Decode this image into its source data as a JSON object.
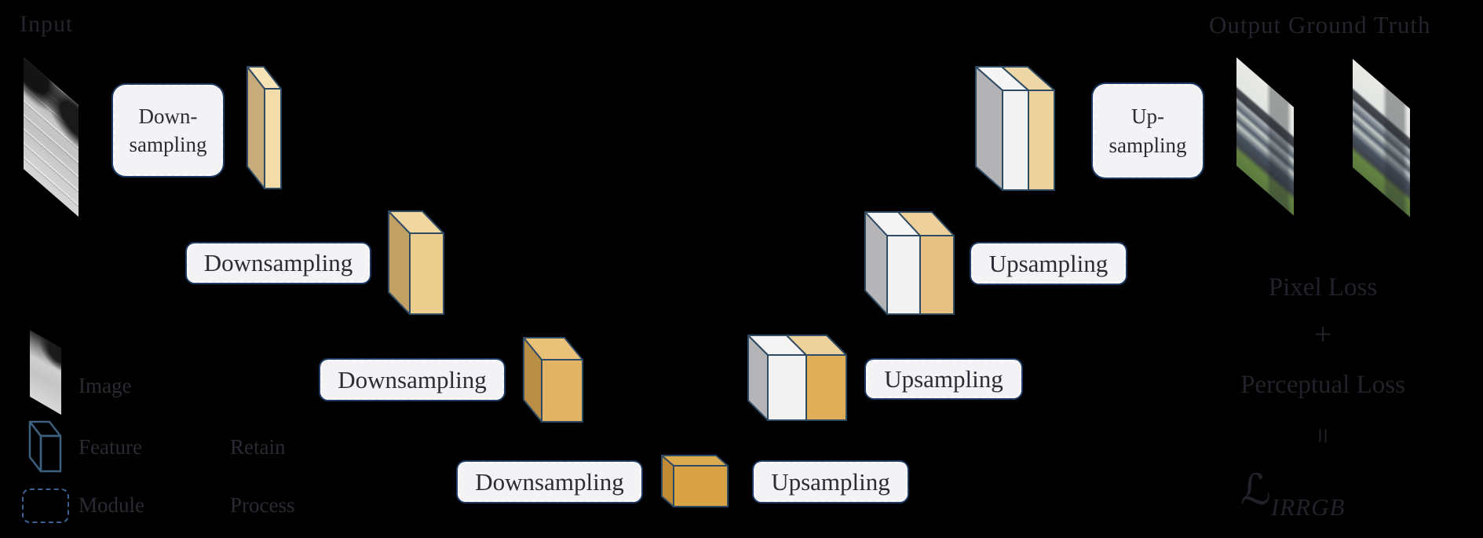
{
  "titles": {
    "input": "Input",
    "output": "Output Ground Truth"
  },
  "encoder": {
    "module_line1": "Down-",
    "module_line2": "sampling",
    "label_l2": "Downsampling",
    "label_l3": "Downsampling",
    "label_l4": "Downsampling"
  },
  "decoder": {
    "module_line1": "Up-",
    "module_line2": "sampling",
    "label_l2": "Upsampling",
    "label_l3": "Upsampling",
    "label_l4": "Upsampling"
  },
  "legend": {
    "image_label": "Image",
    "feature_label": "Feature",
    "module_label": "Module",
    "retain_label": "Retain",
    "process_label": "Process"
  },
  "loss": {
    "pixel": "Pixel Loss",
    "plus": "+",
    "perceptual": "Perceptual Loss",
    "equals": "=",
    "symbol": "ℒ",
    "subscript": "IRRGB"
  },
  "colors": {
    "background": "#000000",
    "text_dark": "#24242c",
    "module_bg": "#f3f3f5",
    "module_border_navy": "#1f3c66",
    "block_outline": "#2f4a63",
    "feature_tan_light": "#f2dcaa",
    "feature_tan_deep": "#dca43e",
    "skip_white": "#f2f2f3",
    "skip_side_gray": "#b5b5b7",
    "wireframe_blue": "#3e6080"
  }
}
